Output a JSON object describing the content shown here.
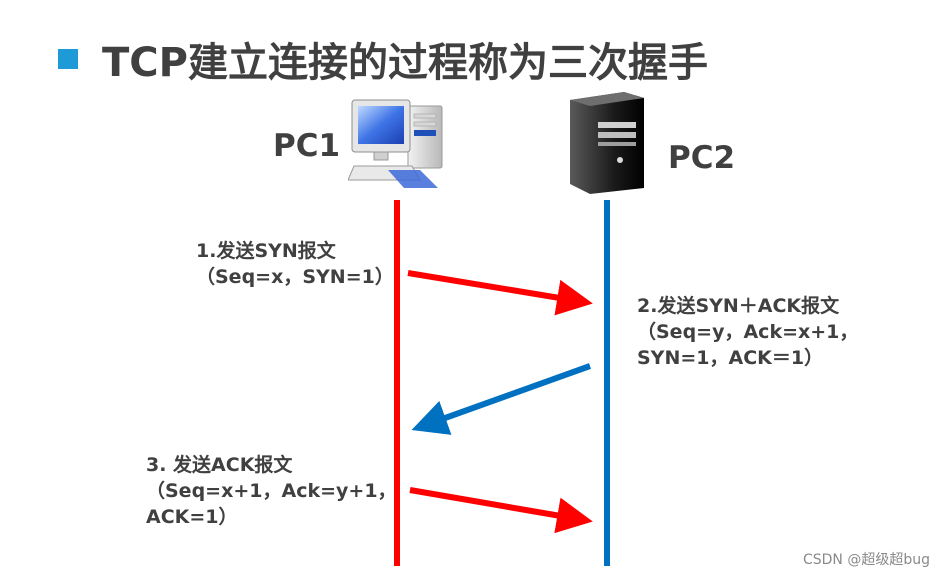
{
  "title": "TCP建立连接的过程称为三次握手",
  "nodes": {
    "pc1": {
      "label": "PC1"
    },
    "pc2": {
      "label": "PC2"
    }
  },
  "messages": [
    {
      "lines": [
        "1.发送SYN报文",
        "（Seq=x，SYN=1）"
      ],
      "direction": "PC1→PC2"
    },
    {
      "lines": [
        "2.发送SYN＋ACK报文",
        "（Seq=y，Ack=x+1，",
        "SYN=1，ACK＝1）"
      ],
      "direction": "PC2→PC1"
    },
    {
      "lines": [
        "3. 发送ACK报文",
        "（Seq=x+1，Ack=y+1，",
        "ACK=1）"
      ],
      "direction": "PC1→PC2"
    }
  ],
  "colors": {
    "accent_square": "#1E9BD7",
    "pc1_line": "#FF0000",
    "pc2_line": "#0070C0",
    "text": "#404040"
  },
  "icons": [
    "desktop-computer-icon",
    "server-tower-icon"
  ],
  "watermark": "CSDN @超级超bug"
}
